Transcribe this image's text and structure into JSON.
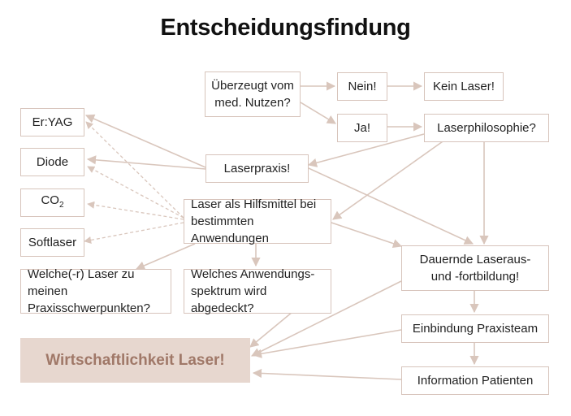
{
  "title": "Entscheidungsfindung",
  "colors": {
    "box_border": "#d7c4bb",
    "arrow": "#d9c6bc",
    "result_fill": "#e7d7cf",
    "result_text": "#a07868"
  },
  "nodes": {
    "ueberzeugt": "Überzeugt vom\nmed. Nutzen?",
    "nein": "Nein!",
    "kein_laser": "Kein Laser!",
    "ja": "Ja!",
    "laserphilosophie": "Laserphilosophie?",
    "erYag": "Er:YAG",
    "diode": "Diode",
    "co2_main": "CO",
    "co2_sub": "2",
    "softlaser": "Softlaser",
    "laserpraxis": "Laserpraxis!",
    "hilfsmittel": "Laser als Hilfsmittel bei\nbestimmten Anwendungen",
    "welche_laser": "Welche(-r) Laser zu meinen\nPraxisschwerpunkten?",
    "anwendungsspektrum": "Welches Anwendungs-\nspektrum wird abgedeckt?",
    "fortbildung": "Dauernde Laseraus-\nund -fortbildung!",
    "praxisteam": "Einbindung Praxisteam",
    "patienten": "Information Patienten",
    "result": "Wirtschaftlichkeit Laser!"
  }
}
